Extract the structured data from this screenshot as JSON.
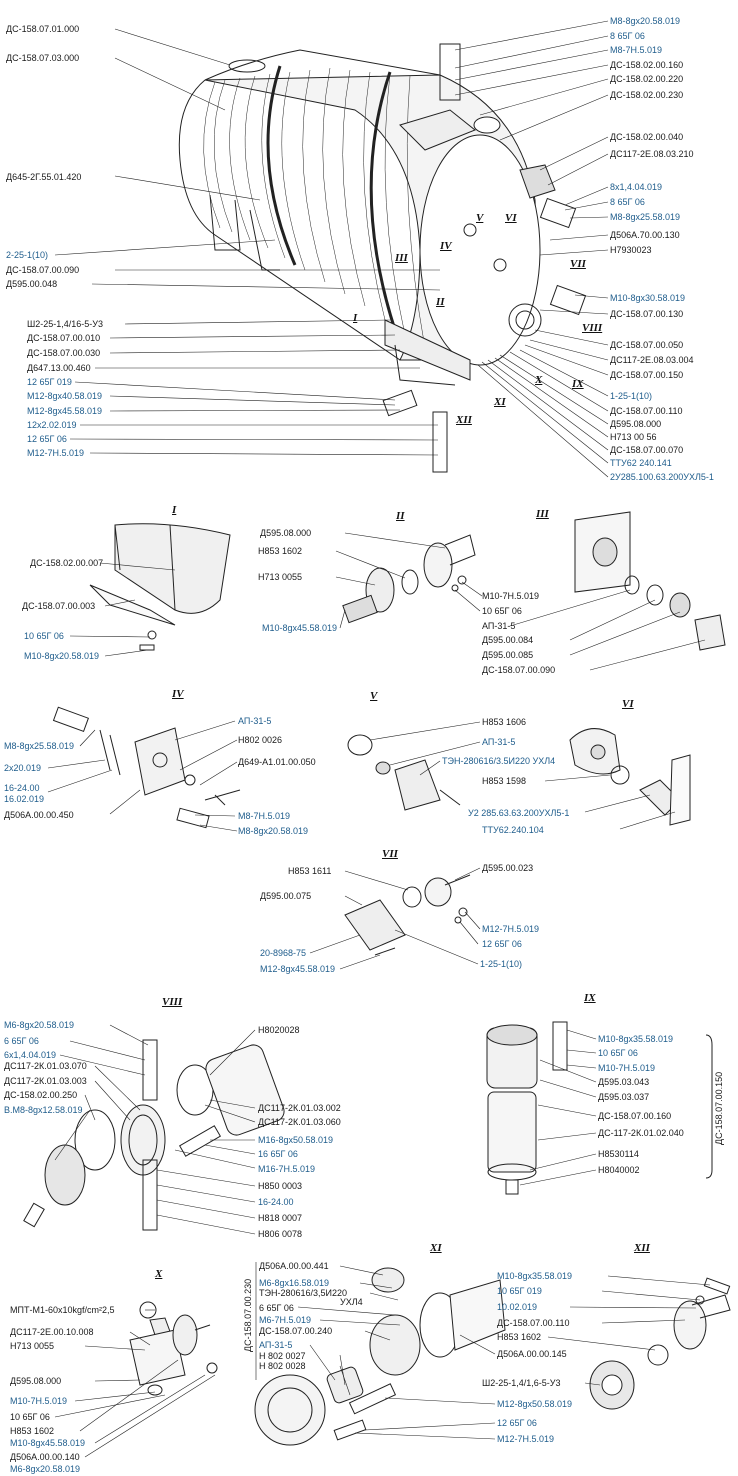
{
  "colors": {
    "label": "#1a1a1a",
    "fastener_label": "#1f5d8c",
    "line": "#222222"
  },
  "main": {
    "left_labels": [
      "ДС-158.07.01.000",
      "ДС-158.07.03.000",
      "Д645-2Г.55.01.420",
      "2-25-1(10)",
      "ДС-158.07.00.090",
      "Д595.00.048",
      "Ш2-25-1,4/16-5-У3",
      "ДС-158.07.00.010",
      "ДС-158.07.00.030",
      "Д647.13.00.460",
      "12 65Г 019",
      "М12-8gx40.58.019",
      "М12-8gx45.58.019",
      "12x2.02.019",
      "12 65Г 06",
      "М12-7Н.5.019"
    ],
    "right_labels": [
      "М8-8gx20.58.019",
      "8 65Г 06",
      "М8-7Н.5.019",
      "ДС-158.02.00.160",
      "ДС-158.02.00.220",
      "ДС-158.02.00.230",
      "ДС-158.02.00.040",
      "ДС117-2Е.08.03.210",
      "8x1,4.04.019",
      "8 65Г 06",
      "М8-8gx25.58.019",
      "Д506А.70.00.130",
      "Н7930023",
      "М10-8gx30.58.019",
      "ДС-158.07.00.130",
      "ДС-158.07.00.050",
      "ДС117-2Е.08.03.004",
      "ДС-158.07.00.150",
      "1-25-1(10)",
      "ДС-158.07.00.110",
      "Д595.08.000",
      "Н713 00 56",
      "ДС-158.07.00.070",
      "ТТУ62 240.141",
      "2У285.100.63.200УХЛ5-1"
    ],
    "roman": [
      "I",
      "II",
      "III",
      "IV",
      "V",
      "VI",
      "VII",
      "VIII",
      "IX",
      "X",
      "XI",
      "XII"
    ]
  },
  "views": {
    "I": {
      "title": "I",
      "labels": [
        "ДС-158.02.00.007",
        "ДС-158.07.00.003",
        "10 65Г 06",
        "М10-8gx20.58.019"
      ]
    },
    "II": {
      "title": "II",
      "labels": [
        "Д595.08.000",
        "Н853 1602",
        "Н713 0055",
        "М10-8gx45.58.019",
        "М10-7Н.5.019",
        "10 65Г 06"
      ]
    },
    "III": {
      "title": "III",
      "labels": [
        "АП-31-5",
        "Д595.00.084",
        "Д595.00.085",
        "ДС-158.07.00.090"
      ]
    },
    "IV": {
      "title": "IV",
      "labels": [
        "М8-8gx25.58.019",
        "2x20.019",
        "16-24.00",
        "16.02.019",
        "Д506А.00.00.450",
        "АП-31-5",
        "Н802 0026",
        "Д649-А1.01.00.050",
        "М8-7Н.5.019",
        "М8-8gx20.58.019"
      ]
    },
    "V": {
      "title": "V",
      "labels": [
        "Н853 1606",
        "АП-31-5",
        "ТЭН-280616/3.5И220 УХЛ4"
      ]
    },
    "VI": {
      "title": "VI",
      "labels": [
        "Н853 1598",
        "У2 285.63.63.200УХЛ5-1",
        "ТТУ62.240.104"
      ]
    },
    "VII": {
      "title": "VII",
      "labels": [
        "Н853 1611",
        "Д595.00.023",
        "Д595.00.075",
        "М12-7Н.5.019",
        "12 65Г 06",
        "20-8968-75",
        "М12-8gx45.58.019",
        "1-25-1(10)"
      ]
    },
    "VIII": {
      "title": "VIII",
      "labels": [
        "М6-8gx20.58.019",
        "6 65Г 06",
        "6x1,4.04.019",
        "ДС117-2К.01.03.070",
        "ДС117-2К.01.03.003",
        "ДС-158.02.00.250",
        "В.М8-8gx12.58.019",
        "Н8020028",
        "ДС117-2К.01.03.002",
        "ДС117-2К.01.03.060",
        "М16-8gx50.58.019",
        "16 65Г 06",
        "М16-7Н.5.019",
        "Н850 0003",
        "16-24.00",
        "Н818 0007",
        "Н806 0078"
      ]
    },
    "IX": {
      "title": "IX",
      "labels": [
        "М10-8gx35.58.019",
        "10 65Г 06",
        "М10-7Н.5.019",
        "Д595.03.043",
        "Д595.03.037",
        "ДС-158.07.00.160",
        "ДС-117-2К.01.02.040",
        "Н8530114",
        "Н8040002"
      ],
      "bracket": "ДС-158.07.00.150"
    },
    "X": {
      "title": "X",
      "labels": [
        "МПТ-М1-60x10kgf/cm²2,5",
        "ДС117-2Е.00.10.008",
        "Н713 0055",
        "Д595.08.000",
        "М10-7Н.5.019",
        "10 65Г 06",
        "Н853 1602",
        "М10-8gx45.58.019",
        "Д506А.00.00.140",
        "М6-8gx20.58.019"
      ]
    },
    "XI": {
      "title": "XI",
      "labels": [
        "Д506А.00.00.441",
        "М6-8gx16.58.019",
        "ТЭН-280616/3,5И220",
        "УХЛ4",
        "6 65Г 06",
        "М6-7Н.5.019",
        "ДС-158.07.00.240",
        "АП-31-5",
        "Н 802 0027",
        "Н 802 0028",
        "Д506А.00.00.145",
        "М12-8gx50.58.019",
        "12 65Г 06",
        "М12-7Н.5.019"
      ],
      "bracket": "ДС-158.07.00.230"
    },
    "XII": {
      "title": "XII",
      "labels": [
        "М10-8gx35.58.019",
        "10 65Г 019",
        "10.02.019",
        "ДС-158.07.00.110",
        "Н853 1602",
        "Ш2-25-1,4/1,6-5-У3"
      ]
    }
  }
}
